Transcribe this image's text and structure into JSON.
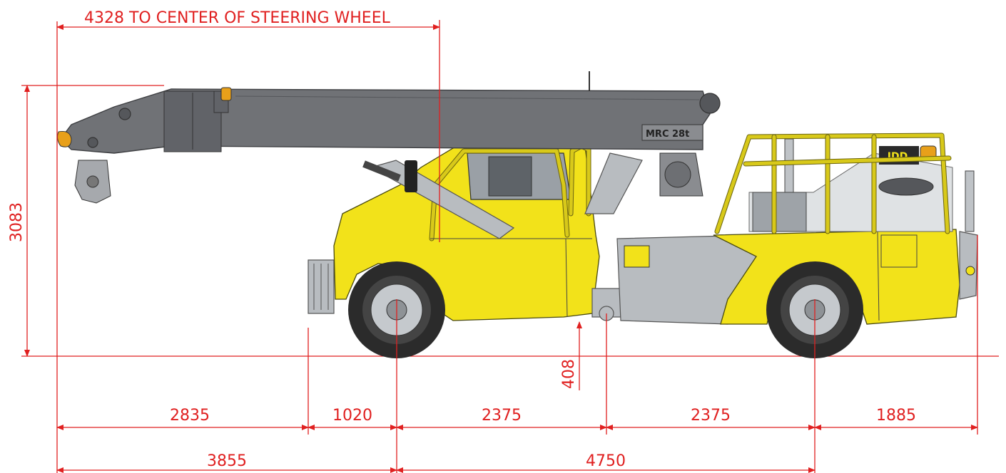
{
  "dimensions": {
    "steering": "4328  TO CENTER OF STEERING WHEEL",
    "height": "3083",
    "ground_clearance": "408",
    "front_overhang": "2835",
    "front_axle_offset": "1020",
    "wheelbase_front": "2375",
    "wheelbase_rear": "2375",
    "rear_overhang": "1885",
    "front_to_axle": "3855",
    "axle_to_axle": "4750"
  },
  "labels": {
    "model": "MRC 28t"
  },
  "colors": {
    "dimension": "#e02020",
    "body": "#f2e21a",
    "boom": "#707276",
    "chassis": "#b8bcc0"
  }
}
